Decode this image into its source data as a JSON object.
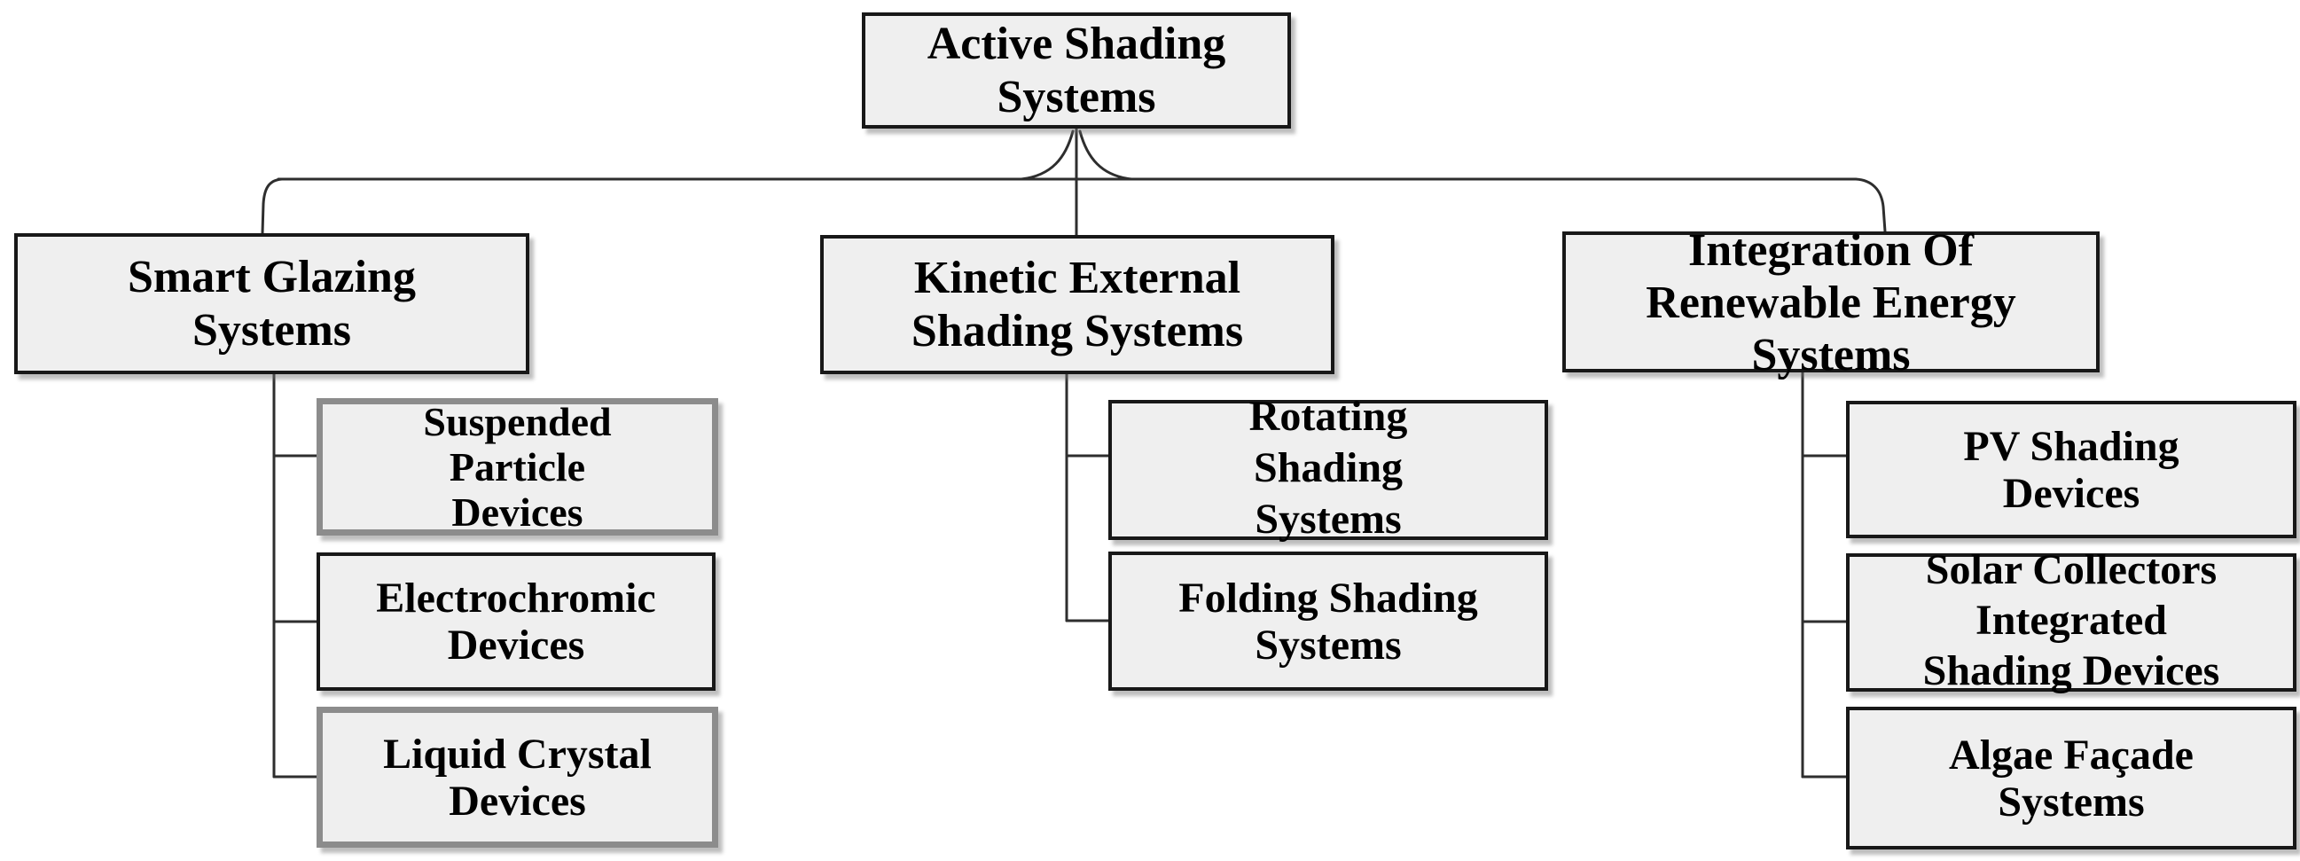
{
  "diagram": {
    "type": "hierarchy",
    "root": {
      "label": "Active Shading Systems",
      "lines": [
        "Active Shading",
        "Systems"
      ]
    },
    "branches": [
      {
        "label": "Smart Glazing Systems",
        "lines": [
          "Smart Glazing",
          "Systems"
        ],
        "children": [
          {
            "label": "Suspended Particle Devices",
            "lines": [
              "Suspended",
              "Particle",
              "Devices"
            ],
            "border": "gray"
          },
          {
            "label": "Electrochromic Devices",
            "lines": [
              "Electrochromic",
              "Devices"
            ],
            "border": "black"
          },
          {
            "label": "Liquid Crystal Devices",
            "lines": [
              "Liquid Crystal",
              "Devices"
            ],
            "border": "gray"
          }
        ]
      },
      {
        "label": "Kinetic External Shading Systems",
        "lines": [
          "Kinetic External",
          "Shading Systems"
        ],
        "children": [
          {
            "label": "Rotating Shading Systems",
            "lines": [
              "Rotating",
              "Shading",
              "Systems"
            ],
            "border": "black"
          },
          {
            "label": "Folding Shading Systems",
            "lines": [
              "Folding Shading",
              "Systems"
            ],
            "border": "black"
          }
        ]
      },
      {
        "label": "Integration Of Renewable Energy Systems",
        "lines": [
          "Integration Of",
          "Renewable Energy",
          "Systems"
        ],
        "children": [
          {
            "label": "PV Shading Devices",
            "lines": [
              "PV Shading",
              "Devices"
            ],
            "border": "black"
          },
          {
            "label": "Solar Collectors Integrated Shading Devices",
            "lines": [
              "Solar Collectors",
              "Integrated",
              "Shading Devices"
            ],
            "border": "black"
          },
          {
            "label": "Algae Façade Systems",
            "lines": [
              "Algae Façade",
              "Systems"
            ],
            "border": "black"
          }
        ]
      }
    ],
    "colors": {
      "background": "#ffffff",
      "box_fill": "#efefef",
      "box_border_black": "#181818",
      "box_border_gray": "#8c8c8c",
      "connector": "#2e2e2e",
      "text": "#000000"
    }
  }
}
